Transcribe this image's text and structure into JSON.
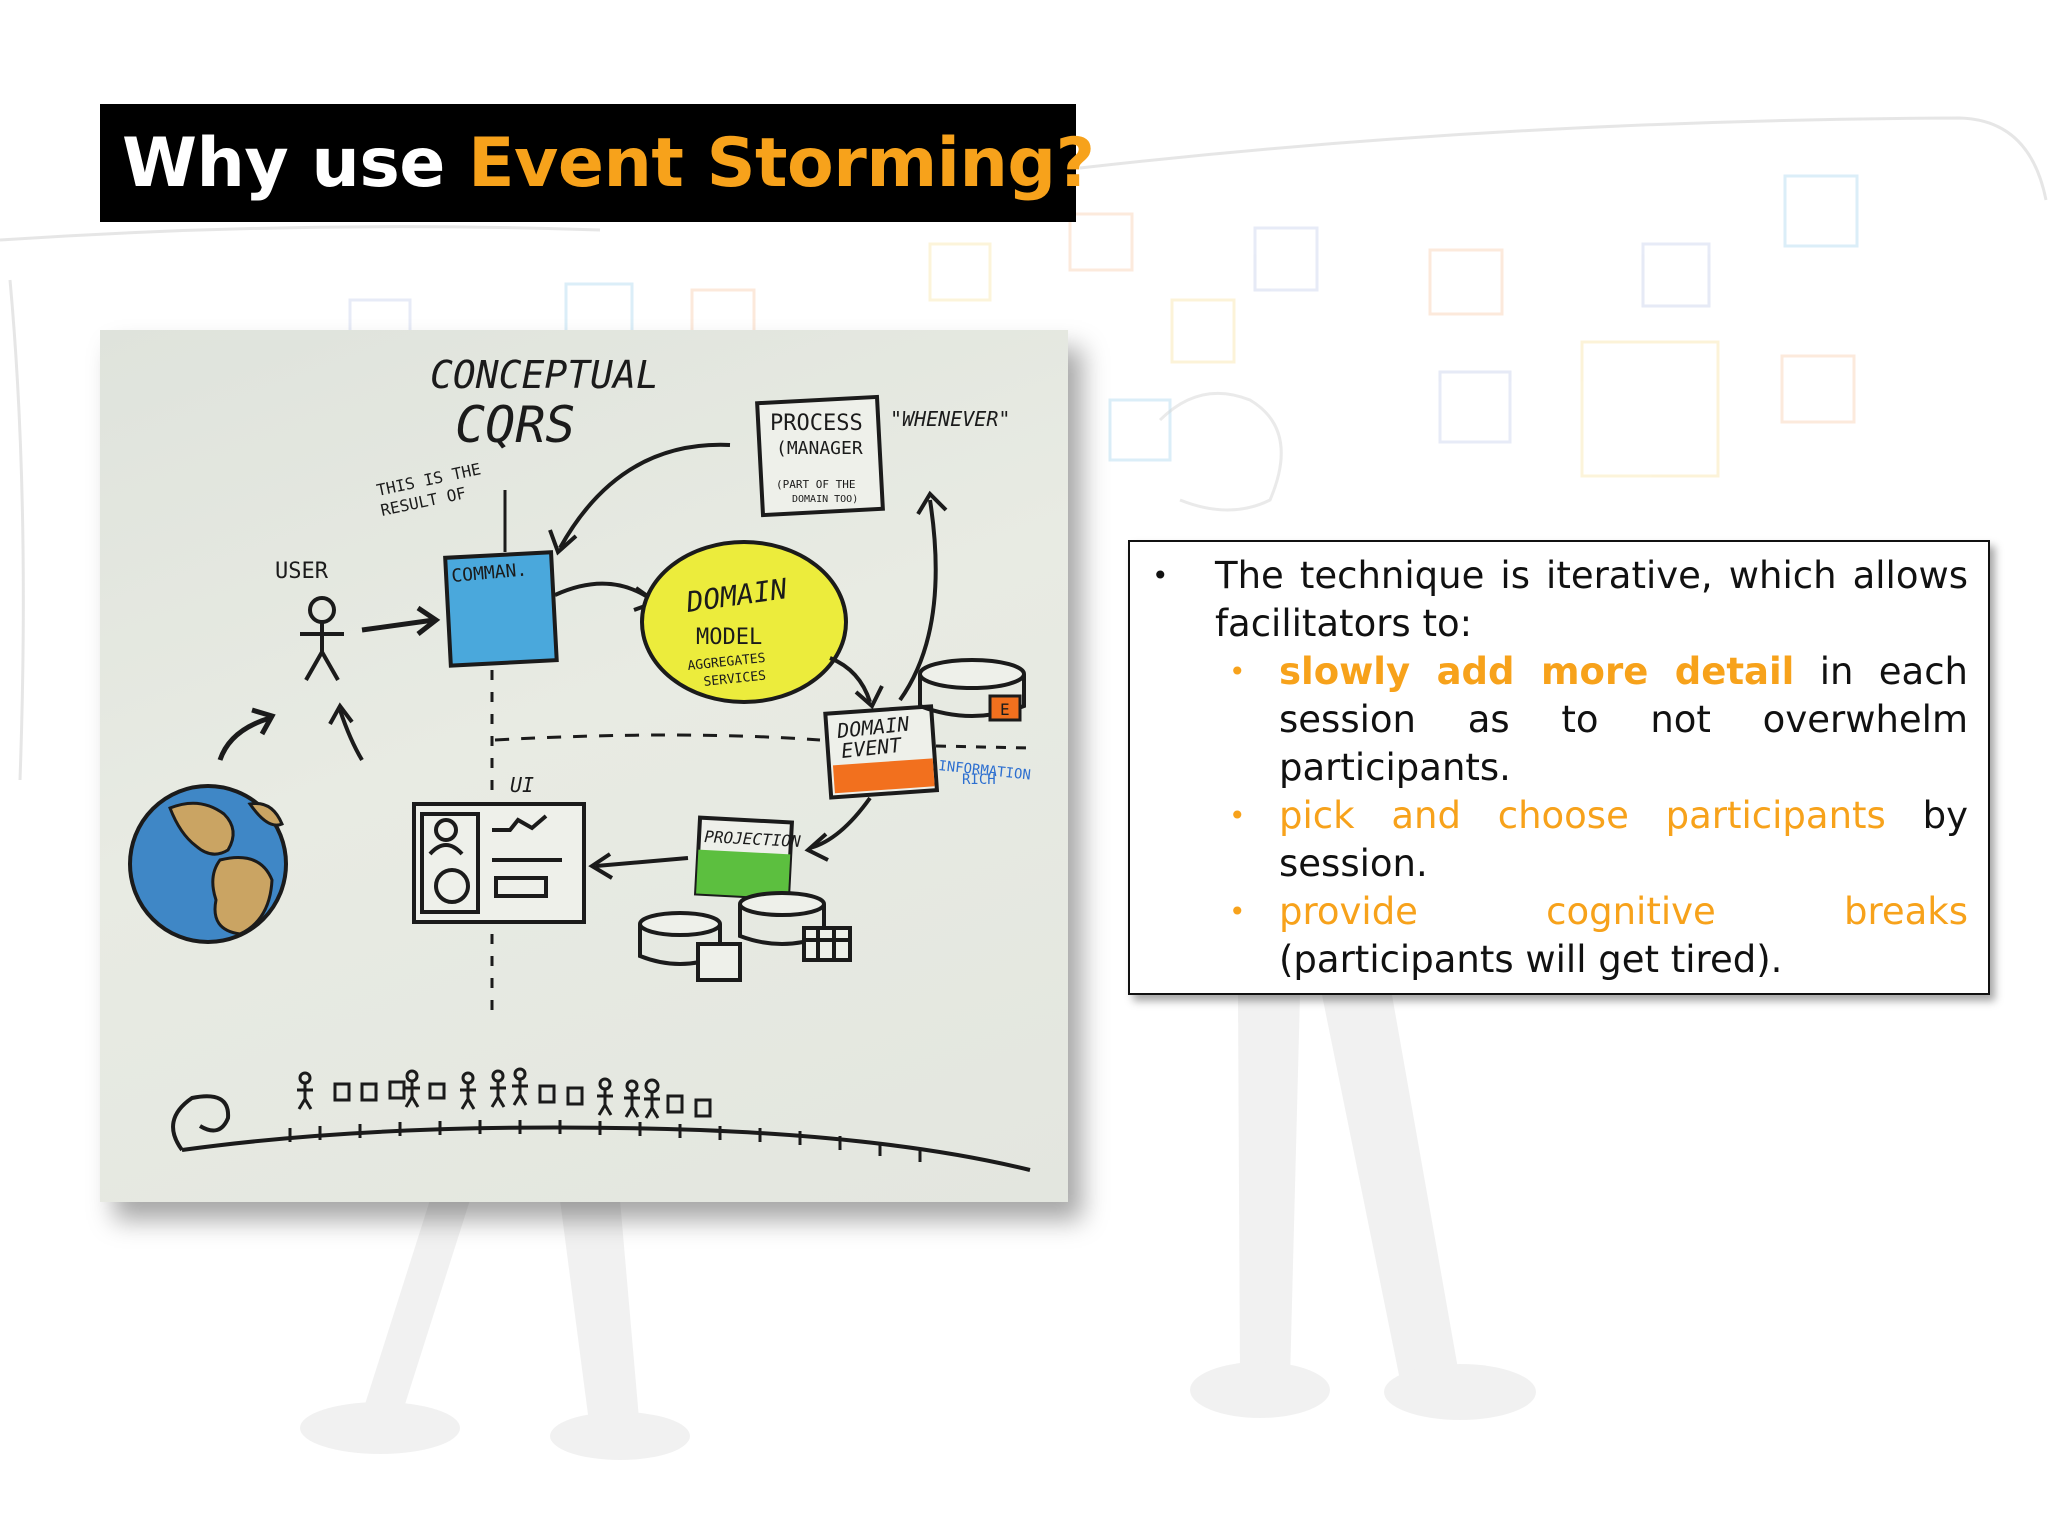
{
  "title": {
    "prefix": "Why use ",
    "accent": "Event Storming?"
  },
  "sketch": {
    "heading_line1": "CONCEPTUAL",
    "heading_line2": "CQRS",
    "note_line1": "THIS IS THE",
    "note_line2": "RESULT OF",
    "user_label": "USER",
    "command_label": "COMMAN.",
    "domain_model_line1": "DOMAIN",
    "domain_model_line2": "MODEL",
    "domain_model_line3": "AGGREGATES",
    "domain_model_line4": "SERVICES",
    "process_line1": "PROCESS",
    "process_line2": "(MANAGER",
    "process_line3": "(PART OF THE",
    "process_line4": "DOMAIN TOO)",
    "whenever": "\"WHENEVER\"",
    "domain_event_line1": "DOMAIN",
    "domain_event_line2": "EVENT",
    "info_line1": "INFORMATION",
    "info_line2": "RICH",
    "projection_label": "PROJECTION",
    "ui_label": "UI",
    "event_tag": "E",
    "colors": {
      "command": "#4aa8dc",
      "domain_model": "#ecec3c",
      "domain_event": "#f2701e",
      "projection": "#5cbf3f",
      "ocean": "#3f87c6",
      "land": "#caa463"
    }
  },
  "bullets": {
    "intro": "The technique is iterative, which allows facilitators to:",
    "items": [
      {
        "highlight": "slowly add more detail",
        "rest": " in each session as to not overwhelm participants."
      },
      {
        "highlight": "pick and choose participants",
        "rest": " by session."
      },
      {
        "highlight": "provide cognitive breaks",
        "rest": " (participants will get tired)."
      }
    ]
  },
  "colors": {
    "accent": "#f7a21b",
    "title_bg": "#000000"
  }
}
